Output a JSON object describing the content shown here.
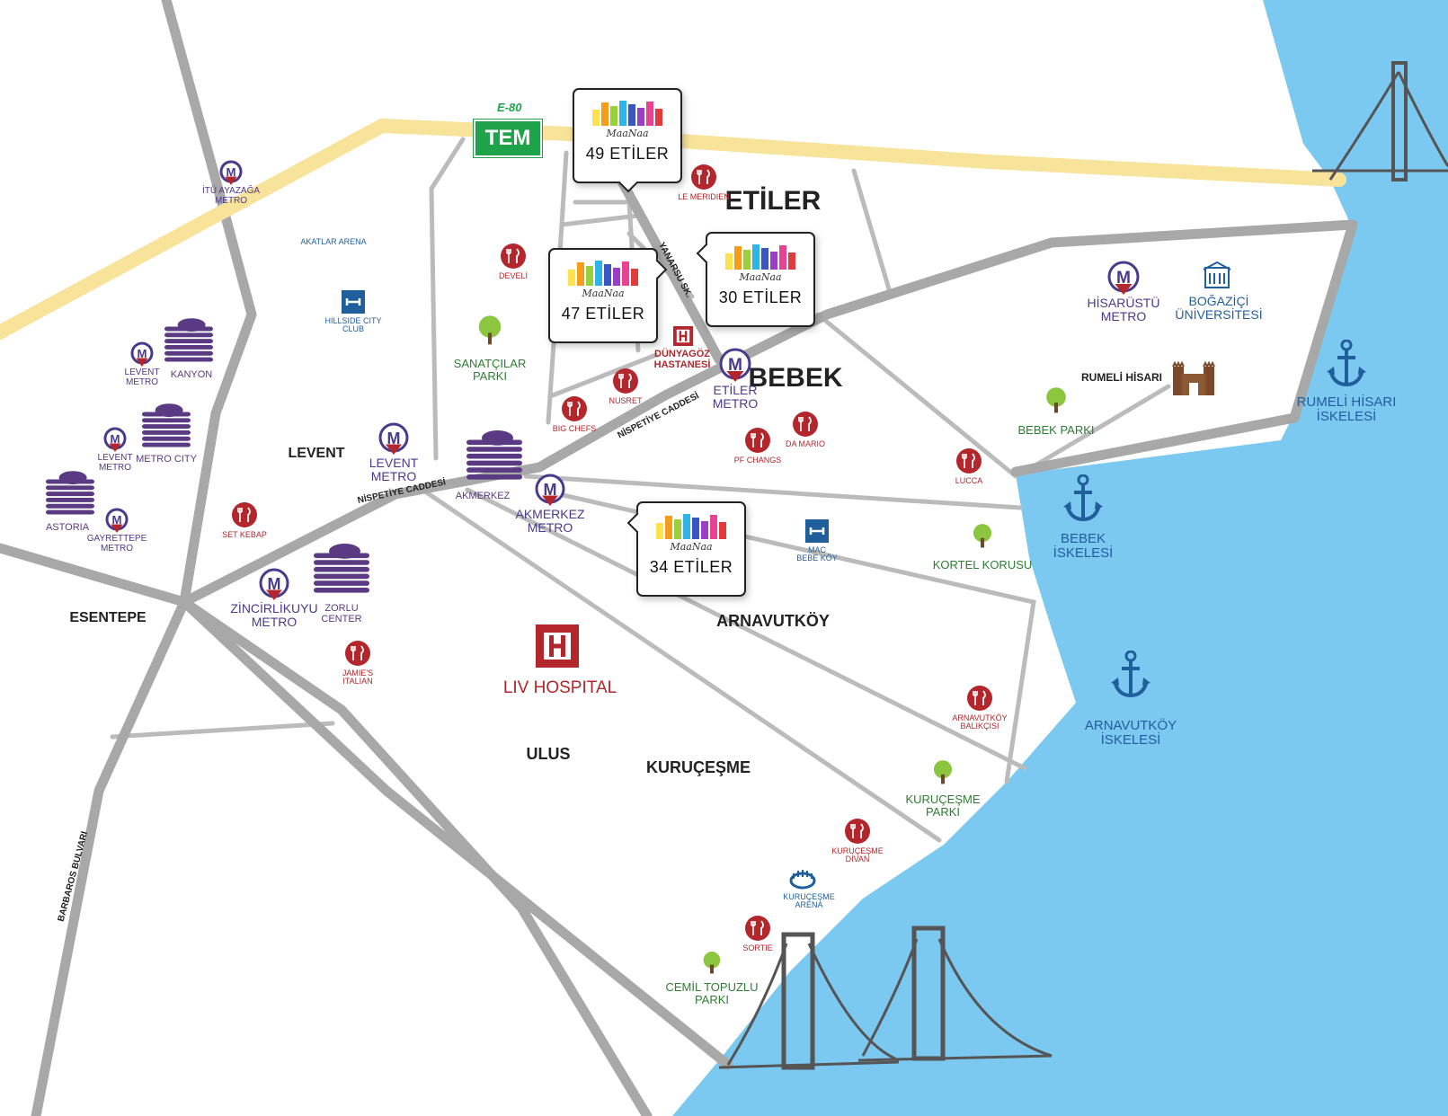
{
  "colors": {
    "sea": "#7bc8f0",
    "highway": "#f8e39a",
    "road": "#b3b3b3",
    "highway_sign": "#1fa34a",
    "metro": "#4a3a8c",
    "restaurant": "#b3262b",
    "park": "#8cc63f",
    "pier": "#1f5f9c",
    "mall": "#5a3a82",
    "bridge": "#555555"
  },
  "highway": {
    "name": "TEM",
    "route": "E-80"
  },
  "districts": [
    {
      "name": "ETİLER",
      "size": "big"
    },
    {
      "name": "BEBEK",
      "size": "big"
    },
    {
      "name": "LEVENT",
      "size": "small"
    },
    {
      "name": "ESENTEPE",
      "size": "small"
    },
    {
      "name": "ULUS",
      "size": "mid"
    },
    {
      "name": "KURUÇEŞME",
      "size": "mid"
    },
    {
      "name": "ARNAVUTKÖY",
      "size": "mid"
    }
  ],
  "streets": [
    "NİSPETİYE CADDESİ",
    "NİSPETİYE CADDESİ",
    "YANARSU SK.",
    "BARBAROS BULVARI"
  ],
  "projects": [
    {
      "logo": "MaaNaa",
      "address": "49 ETİLER"
    },
    {
      "logo": "MaaNaa",
      "address": "47 ETİLER"
    },
    {
      "logo": "MaaNaa",
      "address": "30 ETİLER"
    },
    {
      "logo": "MaaNaa",
      "address": "34 ETİLER"
    }
  ],
  "metros": [
    {
      "name": "İTÜ AYAZAĞA\nMETRO",
      "size": "s"
    },
    {
      "name": "LEVENT\nMETRO",
      "size": "s"
    },
    {
      "name": "LEVENT\nMETRO",
      "size": "s"
    },
    {
      "name": "GAYRETTEPE\nMETRO",
      "size": "s"
    },
    {
      "name": "LEVENT\nMETRO",
      "size": "l"
    },
    {
      "name": "ZİNCİRLİKUYU\nMETRO",
      "size": "l"
    },
    {
      "name": "AKMERKEZ\nMETRO",
      "size": "l"
    },
    {
      "name": "ETİLER\nMETRO",
      "size": "l"
    },
    {
      "name": "HİSARÜSTÜ\nMETRO",
      "size": "l"
    }
  ],
  "malls": [
    "KANYON",
    "METRO CITY",
    "ASTORIA",
    "AKMERKEZ",
    "ZORLU\nCENTER"
  ],
  "restaurants": [
    "LE MERIDIEN",
    "DEVELİ",
    "NUSRET",
    "BIG CHEFS",
    "PF CHANGS",
    "DA MARIO",
    "LUCCA",
    "SET KEBAP",
    "JAMIE'S\nITALIAN",
    "ARNAVUTKÖY\nBALIKÇISI",
    "KURUÇEŞME\nDİVAN",
    "SORTIE"
  ],
  "parks": [
    "SANATÇILAR\nPARKI",
    "BEBEK PARKI",
    "KORTEL KORUSU",
    "KURUÇEŞME\nPARKI",
    "CEMİL TOPUZLU\nPARKI"
  ],
  "piers": [
    "RUMELİ HİSARI\nİSKELESİ",
    "BEBEK\nİSKELESİ",
    "ARNAVUTKÖY\nİSKELESİ"
  ],
  "hospitals": [
    {
      "name": "DÜNYAGÖZ\nHASTANESİ",
      "size": "s"
    },
    {
      "name": "LIV HOSPITAL",
      "size": "l"
    }
  ],
  "sports": [
    "HILLSIDE CITY\nCLUB",
    "MAC\nBEBE KÖY"
  ],
  "arena": "AKATLAR ARENA",
  "landmarks": {
    "university": "BOĞAZİÇİ\nÜNİVERSİTESİ",
    "castle": "RUMELİ HİSARI",
    "kurucesme_arena": "KURUÇEŞME\nARENA"
  }
}
